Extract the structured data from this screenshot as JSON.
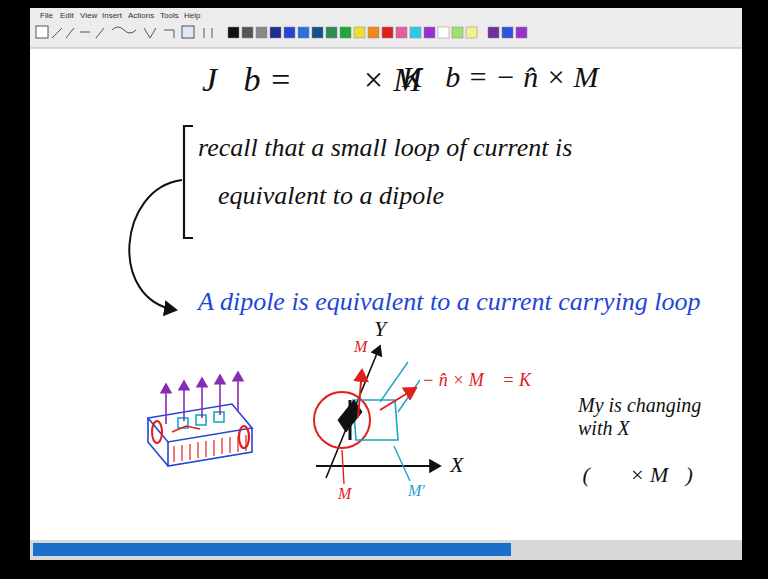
{
  "diagram": {
    "labels": [
      "File",
      "Edit",
      "View",
      "Insert",
      "Actions",
      "Tools",
      "Help",
      "J⃗b = ∇⃗ × M⃗",
      "K⃗b = − n̂ × M⃗",
      "recall that a small loop of current is equivalent to a dipole",
      "A dipole is equivalent to a current carrying loop",
      "Y",
      "M",
      "− n̂ × M⃗ = K",
      "X",
      "M",
      "M'",
      "My is changing with X",
      "⇒ (∇⃗ × M⃗)"
    ]
  }
}
